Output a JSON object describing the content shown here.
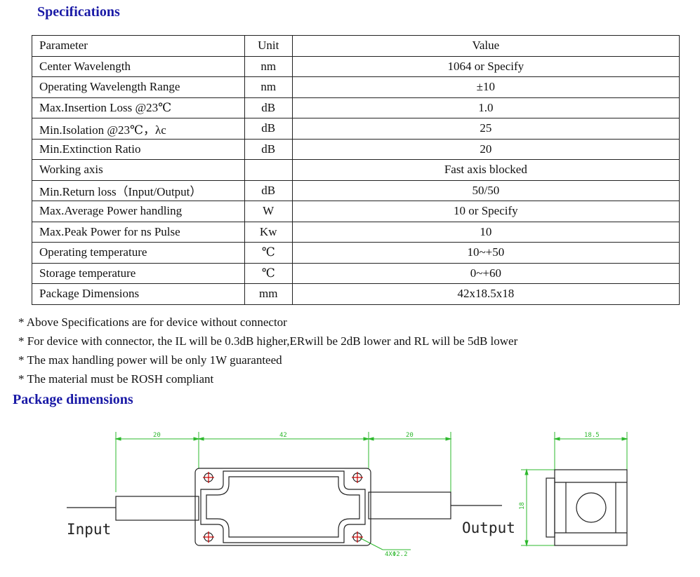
{
  "specs_title": "Specifications",
  "table": {
    "header": {
      "parameter": "Parameter",
      "unit": "Unit",
      "value": "Value"
    },
    "rows": [
      {
        "parameter": "Center  Wavelength",
        "unit": "nm",
        "value": "1064  or  Specify"
      },
      {
        "parameter": "Operating  Wavelength  Range",
        "unit": "nm",
        "value": "±10"
      },
      {
        "parameter": "Max.Insertion  Loss  @23℃",
        "unit": "dB",
        "value": "1.0"
      },
      {
        "parameter": "Min.Isolation  @23℃，λc",
        "unit": "dB",
        "value": "25"
      },
      {
        "parameter": "Min.Extinction  Ratio",
        "unit": "dB",
        "value": "20"
      },
      {
        "parameter": "Working  axis",
        "unit": "",
        "value": "Fast axis  blocked"
      },
      {
        "parameter": "Min.Return  loss（Input/Output）",
        "unit": "dB",
        "value": "50/50"
      },
      {
        "parameter": "Max.Average  Power  handling",
        "unit": "W",
        "value": "10  or  Specify"
      },
      {
        "parameter": "Max.Peak  Power  for  ns  Pulse",
        "unit": "Kw",
        "value": "10"
      },
      {
        "parameter": "Operating   temperature",
        "unit": "℃",
        "value": "10~+50"
      },
      {
        "parameter": "Storage   temperature",
        "unit": "℃",
        "value": "0~+60"
      },
      {
        "parameter": "Package   Dimensions",
        "unit": "mm",
        "value": "42x18.5x18"
      }
    ]
  },
  "notes": [
    "* Above Specifications are for device without connector",
    "* For device with connector, the IL will be 0.3dB higher,ERwill be 2dB lower and RL will be 5dB lower",
    "* The max handling power will be only  1W guaranteed",
    "* The material must be ROSH compliant"
  ],
  "package_title": "Package dimensions",
  "drawing": {
    "dim_left": "20",
    "dim_body": "42",
    "dim_right": "20",
    "dim_width": "18.5",
    "dim_height": "18",
    "holes": "4XΦ2.2",
    "input_label": "Input",
    "output_label": "Output",
    "line_color": "#2db82d"
  }
}
